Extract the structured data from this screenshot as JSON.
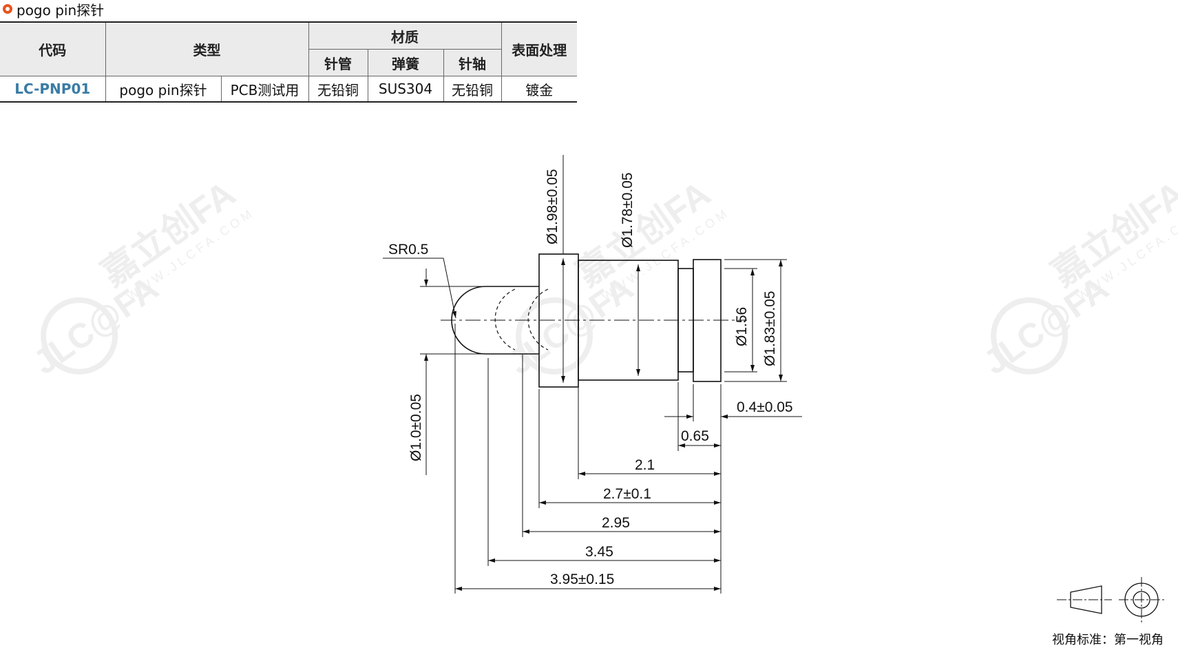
{
  "title": "pogo pin探针",
  "table": {
    "headers": {
      "code": "代码",
      "type": "类型",
      "material": "材质",
      "tube": "针管",
      "spring": "弹簧",
      "shaft": "针轴",
      "surface": "表面处理"
    },
    "row": {
      "code": "LC-PNP01",
      "type1": "pogo pin探针",
      "type2": "PCB测试用",
      "tube": "无铅铜",
      "spring": "SUS304",
      "shaft": "无铅铜",
      "surface": "镀金"
    }
  },
  "drawing": {
    "dims": {
      "sr": "SR0.5",
      "d_198": "Ø1.98±0.05",
      "d_178": "Ø1.78±0.05",
      "d_10": "Ø1.0±0.05",
      "d_156": "Ø1.56",
      "d_183": "Ø1.83±0.05",
      "l_04": "0.4±0.05",
      "l_065": "0.65",
      "l_21": "2.1",
      "l_27": "2.7±0.1",
      "l_295": "2.95",
      "l_345": "3.45",
      "l_395": "3.95±0.15"
    }
  },
  "watermark": {
    "brand": "嘉立创FA",
    "logo": "JLC@FA",
    "url": "WWW.JLCFA.COM"
  },
  "projection": {
    "label": "视角标准：第一视角"
  }
}
